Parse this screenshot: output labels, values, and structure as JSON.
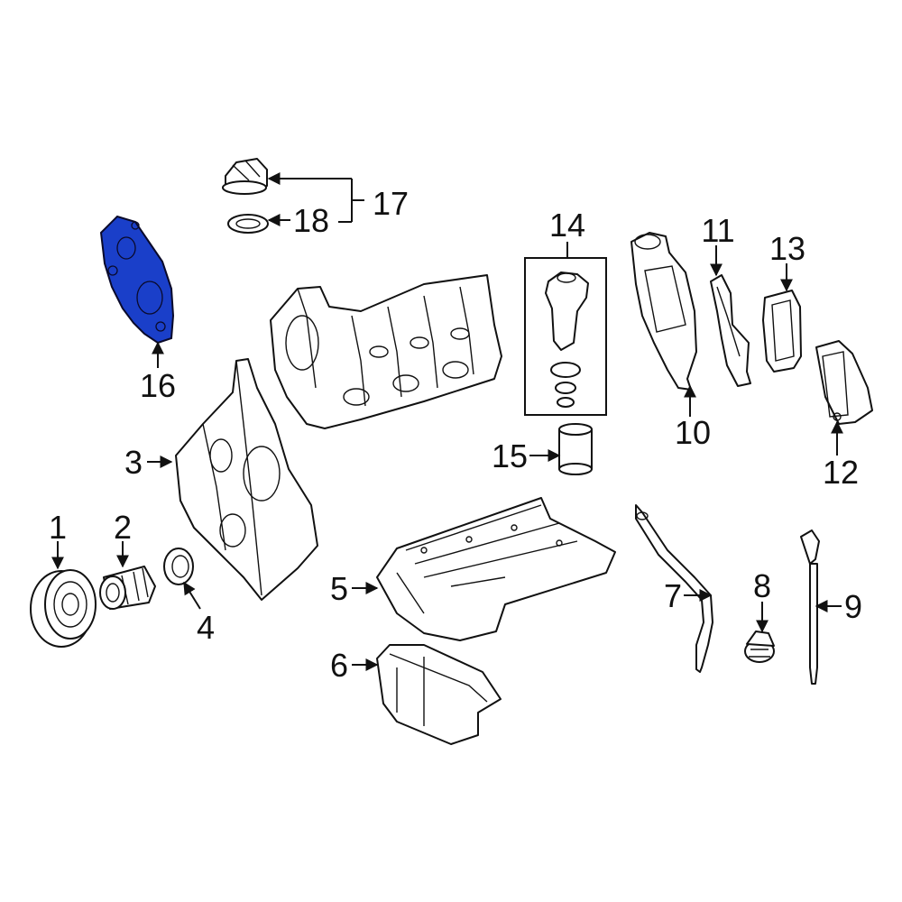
{
  "callouts": [
    {
      "id": "1",
      "label": "1"
    },
    {
      "id": "2",
      "label": "2"
    },
    {
      "id": "3",
      "label": "3"
    },
    {
      "id": "4",
      "label": "4"
    },
    {
      "id": "5",
      "label": "5"
    },
    {
      "id": "6",
      "label": "6"
    },
    {
      "id": "7",
      "label": "7"
    },
    {
      "id": "8",
      "label": "8"
    },
    {
      "id": "9",
      "label": "9"
    },
    {
      "id": "10",
      "label": "10"
    },
    {
      "id": "11",
      "label": "11"
    },
    {
      "id": "12",
      "label": "12"
    },
    {
      "id": "13",
      "label": "13"
    },
    {
      "id": "14",
      "label": "14"
    },
    {
      "id": "15",
      "label": "15"
    },
    {
      "id": "16",
      "label": "16"
    },
    {
      "id": "17",
      "label": "17"
    },
    {
      "id": "18",
      "label": "18"
    }
  ],
  "highlight": {
    "part": "16",
    "color": "#1a3fc9"
  }
}
